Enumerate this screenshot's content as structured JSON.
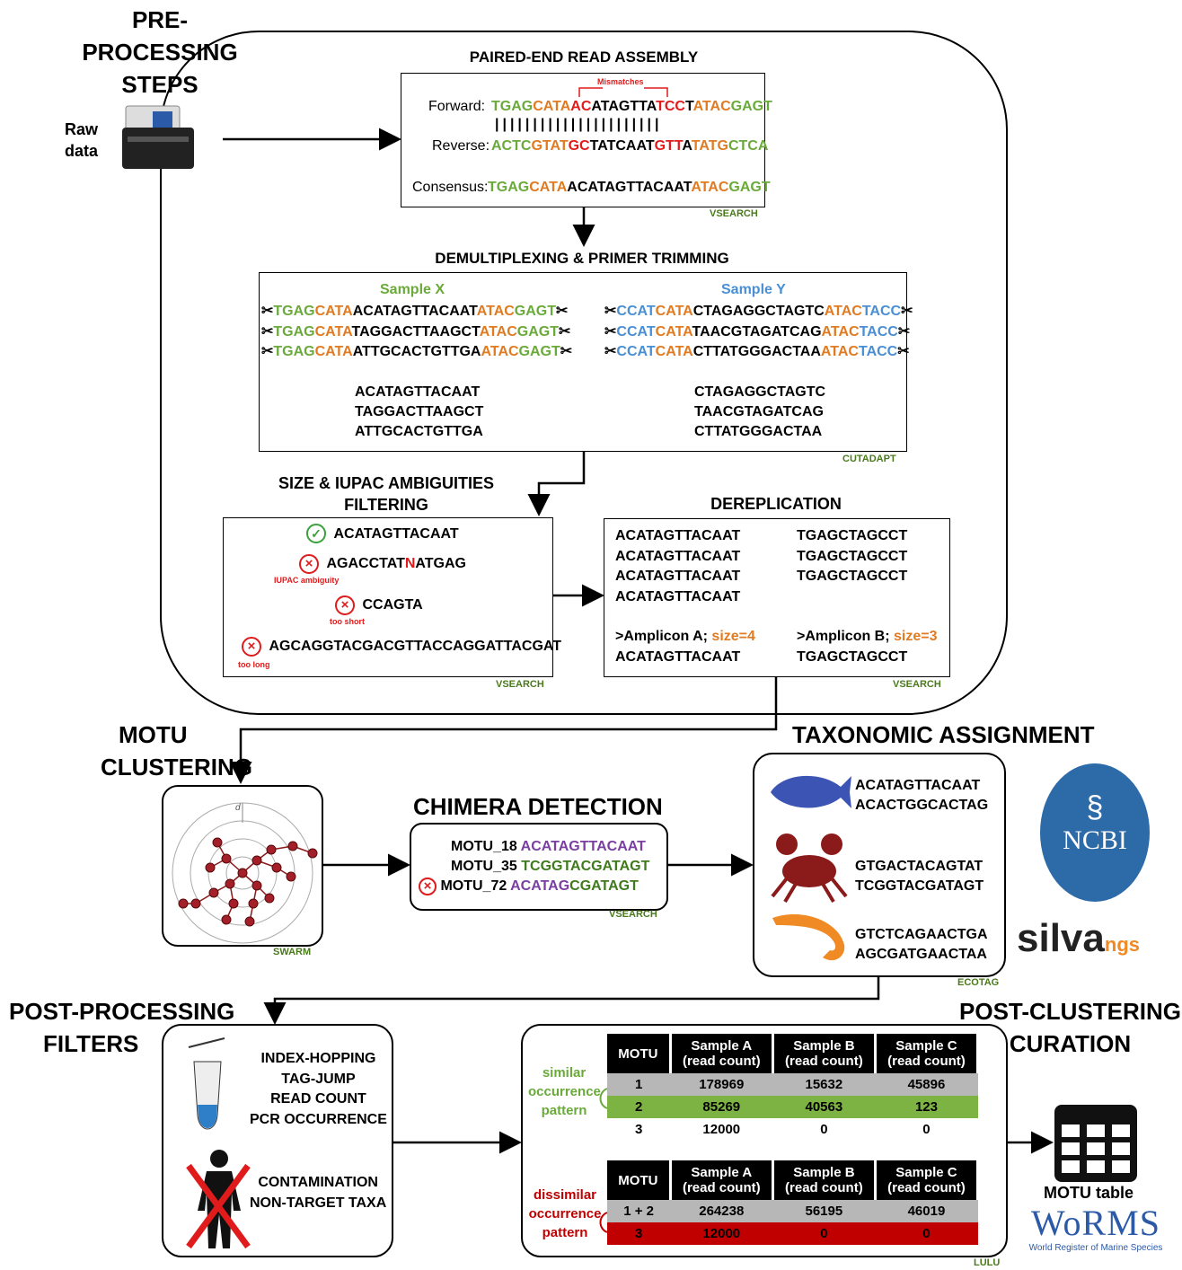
{
  "titles": {
    "preprocessing": [
      "PRE-PROCESSING",
      "STEPS"
    ],
    "raw_data": [
      "Raw",
      "data"
    ],
    "motu_clustering": [
      "MOTU",
      "CLUSTERING"
    ],
    "chimera_detection": "CHIMERA DETECTION",
    "taxonomic_assignment": "TAXONOMIC ASSIGNMENT",
    "post_processing": [
      "POST-PROCESSING",
      "FILTERS"
    ],
    "post_clustering": [
      "POST-CLUSTERING",
      "CURATION"
    ]
  },
  "paired_end": {
    "title": "PAIRED-END READ ASSEMBLY",
    "mismatches": "Mismatches",
    "forward_label": "Forward:",
    "reverse_label": "Reverse:",
    "consensus_label": "Consensus:",
    "bars": "||||||||||||||||||||||",
    "forward": [
      [
        "TGAG",
        "g"
      ],
      [
        "CATA",
        "o"
      ],
      [
        "AC",
        "r"
      ],
      [
        "ATAGTTA",
        "k"
      ],
      [
        "TCC",
        "r"
      ],
      [
        "T",
        "k"
      ],
      [
        "ATAC",
        "o"
      ],
      [
        "GAGT",
        "g"
      ]
    ],
    "reverse": [
      [
        "ACTC",
        "g"
      ],
      [
        "GTAT",
        "o"
      ],
      [
        "GC",
        "r"
      ],
      [
        "TATCAAT",
        "k"
      ],
      [
        "GTT",
        "r"
      ],
      [
        "A",
        "k"
      ],
      [
        "TATG",
        "o"
      ],
      [
        "CTCA",
        "g"
      ]
    ],
    "consensus": [
      [
        "TGAG",
        "g"
      ],
      [
        "CATA",
        "o"
      ],
      [
        "ACATAGTTACAAT",
        "k"
      ],
      [
        "ATAC",
        "o"
      ],
      [
        "GAGT",
        "g"
      ]
    ],
    "tool": "VSEARCH"
  },
  "demux": {
    "title": "DEMULTIPLEXING & PRIMER TRIMMING",
    "sample_x": "Sample X",
    "sample_y": "Sample Y",
    "x_inserts": [
      "ACATAGTTACAAT",
      "TAGGACTTAAGCT",
      "ATTGCACTGTTGA"
    ],
    "y_inserts": [
      "CTAGAGGCTAGTC",
      "TAACGTAGATCAG",
      "CTTATGGGACTAA"
    ],
    "x_fwd": "TGAG",
    "x_fwd2": "CATA",
    "x_rev1": "ATAC",
    "x_rev2": "GAGT",
    "y_fwd": "CCAT",
    "y_fwd2": "CATA",
    "y_rev1": "ATAC",
    "y_rev2": "TACC",
    "tool": "CUTADAPT"
  },
  "filtering": {
    "title": [
      "SIZE & IUPAC AMBIGUITIES",
      "FILTERING"
    ],
    "ok_seq": "ACATAGTTACAAT",
    "iupac_seq_a": "AGACCTAT",
    "iupac_n": "N",
    "iupac_seq_b": "ATGAG",
    "iupac_label": "IUPAC ambiguity",
    "short_seq": "CCAGTA",
    "short_label": "too short",
    "long_seq": "AGCAGGTACGACGTTACCAGGATTACGAT",
    "long_label": "too long",
    "tool": "VSEARCH"
  },
  "dereplication": {
    "title": "DEREPLICATION",
    "col_a": [
      "ACATAGTTACAAT",
      "ACATAGTTACAAT",
      "ACATAGTTACAAT",
      "ACATAGTTACAAT"
    ],
    "col_b": [
      "TGAGCTAGCCT",
      "TGAGCTAGCCT",
      "TGAGCTAGCCT"
    ],
    "amp_a_label": ">Amplicon A; ",
    "amp_a_size": "size=4",
    "amp_a_seq": "ACATAGTTACAAT",
    "amp_b_label": ">Amplicon B; ",
    "amp_b_size": "size=3",
    "amp_b_seq": "TGAGCTAGCCT",
    "tool": "VSEARCH"
  },
  "swarm": {
    "d_label": "d",
    "tool": "SWARM"
  },
  "chimera": {
    "rows": [
      {
        "id": "MOTU_18",
        "parts": [
          [
            "ACATAGTTACAAT",
            "p"
          ]
        ]
      },
      {
        "id": "MOTU_35",
        "parts": [
          [
            "TCGGTACGATAGT",
            "dg"
          ]
        ]
      },
      {
        "id": "MOTU_72",
        "parts": [
          [
            "ACATAG",
            "p"
          ],
          [
            "CGATAGT",
            "dg"
          ]
        ]
      }
    ],
    "tool": "VSEARCH"
  },
  "taxonomy": {
    "fish": [
      "ACATAGTTACAAT",
      "ACACTGGCACTAG"
    ],
    "crab": [
      "GTGACTACAGTAT",
      "TCGGTACGATAGT"
    ],
    "shrimp": [
      "GTCTCAGAACTGA",
      "AGCGATGAACTAA"
    ],
    "tool": "ECOTAG",
    "ncbi": "NCBI",
    "silva": "silva",
    "silva_sub": "ngs"
  },
  "filters": {
    "items": [
      "INDEX-HOPPING",
      "TAG-JUMP",
      "READ COUNT",
      "PCR OCCURRENCE"
    ],
    "items2": [
      "CONTAMINATION",
      "NON-TARGET TAXA"
    ]
  },
  "lulu": {
    "headers": [
      "MOTU",
      "Sample A\n(read count)",
      "Sample B\n(read count)",
      "Sample C\n(read count)"
    ],
    "table1": [
      [
        "1",
        "178969",
        "15632",
        "45896"
      ],
      [
        "2",
        "85269",
        "40563",
        "123"
      ],
      [
        "3",
        "12000",
        "0",
        "0"
      ]
    ],
    "table2": [
      [
        "1 + 2",
        "264238",
        "56195",
        "46019"
      ],
      [
        "3",
        "12000",
        "0",
        "0"
      ]
    ],
    "similar": [
      "similar",
      "occurrence",
      "pattern"
    ],
    "dissimilar": [
      "dissimilar",
      "occurrence",
      "pattern"
    ],
    "tool": "LULU",
    "colors": {
      "similar": "#6aaa3a",
      "dissimilar": "#c00000",
      "gray": "#b7b7b7",
      "green": "#7cb342",
      "red": "#c00000"
    }
  },
  "motu_table": {
    "label": "MOTU table",
    "worms": "WoRMS",
    "worms_sub": "World Register of Marine Species"
  }
}
